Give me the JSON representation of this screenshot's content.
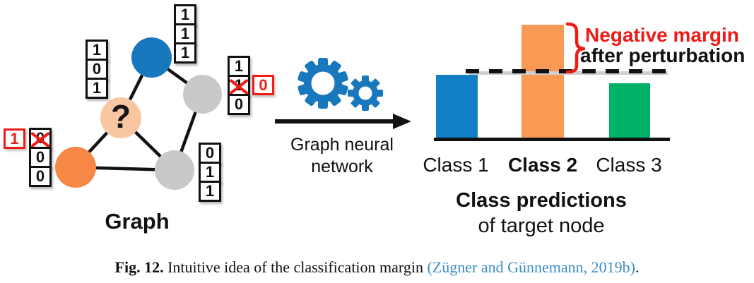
{
  "figure": {
    "graph": {
      "label": "Graph",
      "target_symbol": "?",
      "vectors": {
        "blue_left": [
          "1",
          "0",
          "1"
        ],
        "blue_top": [
          "1",
          "1",
          "1"
        ],
        "gray_top": [
          "1",
          "1",
          "0"
        ],
        "orange": [
          "0",
          "0",
          "0"
        ],
        "gray_bottom": [
          "0",
          "1",
          "1"
        ]
      },
      "perturbations": {
        "orange_new_value": "1",
        "orange_old_value_crossed": "0",
        "gray_new_value": "0",
        "gray_old_value_crossed": "1"
      },
      "node_colors": {
        "blue": "#1878BE",
        "gray": "#C9C9C9",
        "peach": "#F9C6A2",
        "orange": "#F68746"
      }
    },
    "gnn": {
      "label_line1": "Graph neural",
      "label_line2": "network",
      "gear_color": "#1878BE"
    },
    "chart": {
      "annotation_line1": "Negative margin",
      "annotation_line2": "after perturbation",
      "annotation_color_line1": "#EE1B17",
      "labels": [
        "Class 1",
        "Class 2",
        "Class 3"
      ],
      "title": "Class predictions",
      "subtitle": "of target node"
    }
  },
  "chart_data": {
    "type": "bar",
    "categories": [
      "Class 1",
      "Class 2",
      "Class 3"
    ],
    "values": [
      89,
      160,
      77
    ],
    "value_units": "relative bar height (px), no numeric axis shown",
    "colors": [
      "#1180C6",
      "#F99A54",
      "#00B169"
    ],
    "title": "Class predictions of target node",
    "highlight_category": "Class 2",
    "dashed_reference_level": 89,
    "annotations": [
      "Negative margin",
      "after perturbation"
    ],
    "grid": false,
    "legend": false
  },
  "caption": {
    "fig_label": "Fig. 12.",
    "text": " Intuitive idea of the classification margin ",
    "citation": "(Zügner and Günnemann, 2019b)",
    "period": ".",
    "citation_color": "#3C8DC5"
  }
}
